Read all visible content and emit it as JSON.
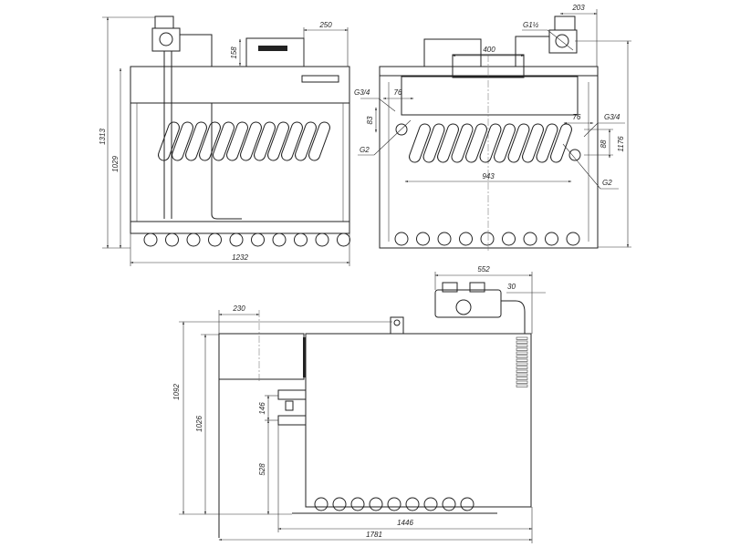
{
  "front_view": {
    "dims": {
      "overall_height": "1313",
      "body_height": "1029",
      "control_box_width": "250",
      "control_box_height": "158",
      "width": "1232"
    },
    "nameplate": "nameplate"
  },
  "rear_view": {
    "dims": {
      "burner_offset": "203",
      "gas_inlet": "G1½",
      "top_outlet_width": "400",
      "left_thread": "G3/4",
      "left_offset": "76",
      "left_height": "83",
      "left_pipe": "G2",
      "right_offset": "76",
      "right_thread": "G3/4",
      "right_height": "88",
      "overall_height": "1176",
      "coil_width": "943",
      "right_pipe": "G2"
    }
  },
  "side_view": {
    "dims": {
      "burner_length": "552",
      "burner_gap": "30",
      "flue_width": "230",
      "overall_height": "1092",
      "body_height": "1026",
      "nozzle_spacing": "146",
      "nozzle_height": "528",
      "body_length": "1446",
      "overall_length": "1781"
    }
  }
}
